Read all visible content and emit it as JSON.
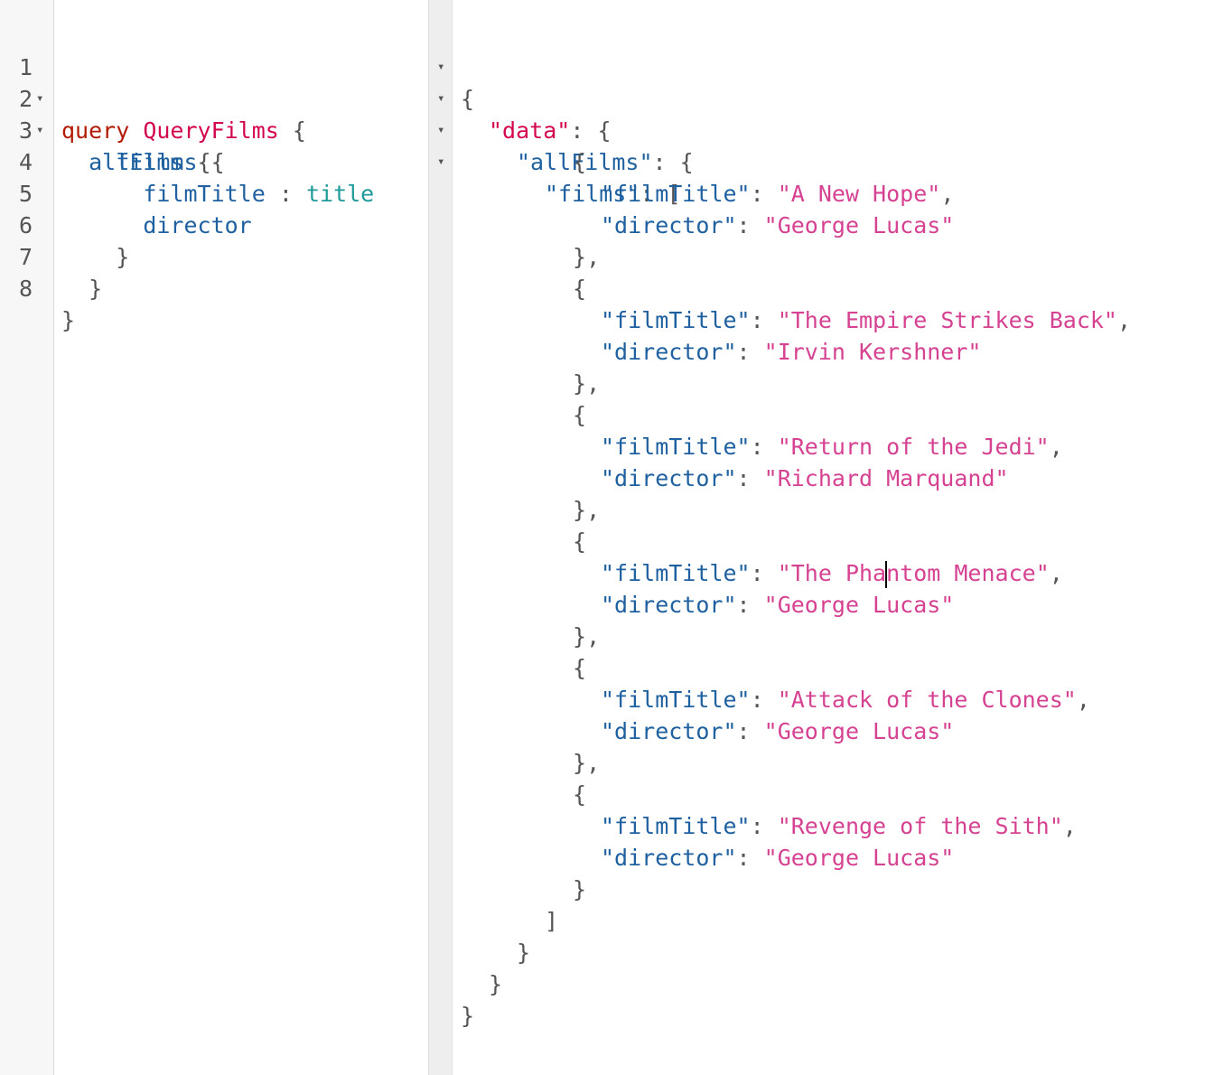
{
  "editor": {
    "lines": [
      {
        "n": "1",
        "fold": "▾"
      },
      {
        "n": "2",
        "fold": "▾"
      },
      {
        "n": "3",
        "fold": ""
      },
      {
        "n": "4",
        "fold": ""
      },
      {
        "n": "5",
        "fold": ""
      },
      {
        "n": "6",
        "fold": ""
      },
      {
        "n": "7",
        "fold": ""
      },
      {
        "n": "8",
        "fold": ""
      }
    ],
    "query_keyword": "query",
    "operation_name": "QueryFilms",
    "field_allFilms": "allFilms",
    "field_films": "films",
    "alias_filmTitle": "filmTitle",
    "field_title": "title",
    "field_director": "director",
    "open_brace": "{",
    "close_brace": "}",
    "colon": ":"
  },
  "result": {
    "fold_icon": "▾",
    "key_data": "\"data\"",
    "key_allFilms": "\"allFilms\"",
    "key_films": "\"films\"",
    "key_filmTitle": "\"filmTitle\"",
    "key_director": "\"director\"",
    "films": [
      {
        "filmTitle": "\"A New Hope\"",
        "director": "\"George Lucas\""
      },
      {
        "filmTitle": "\"The Empire Strikes Back\"",
        "director": "\"Irvin Kershner\""
      },
      {
        "filmTitle": "\"Return of the Jedi\"",
        "director": "\"Richard Marquand\""
      },
      {
        "filmTitle_before_cursor": "\"The Pha",
        "filmTitle_after_cursor": "ntom Menace\"",
        "director": "\"George Lucas\""
      },
      {
        "filmTitle": "\"Attack of the Clones\"",
        "director": "\"George Lucas\""
      },
      {
        "filmTitle": "\"Revenge of the Sith\"",
        "director": "\"George Lucas\""
      }
    ]
  },
  "colors": {
    "keyword": "#b11a04",
    "def": "#d2054e",
    "property": "#1f61a0",
    "field": "#219a9a",
    "string": "#d64292"
  }
}
